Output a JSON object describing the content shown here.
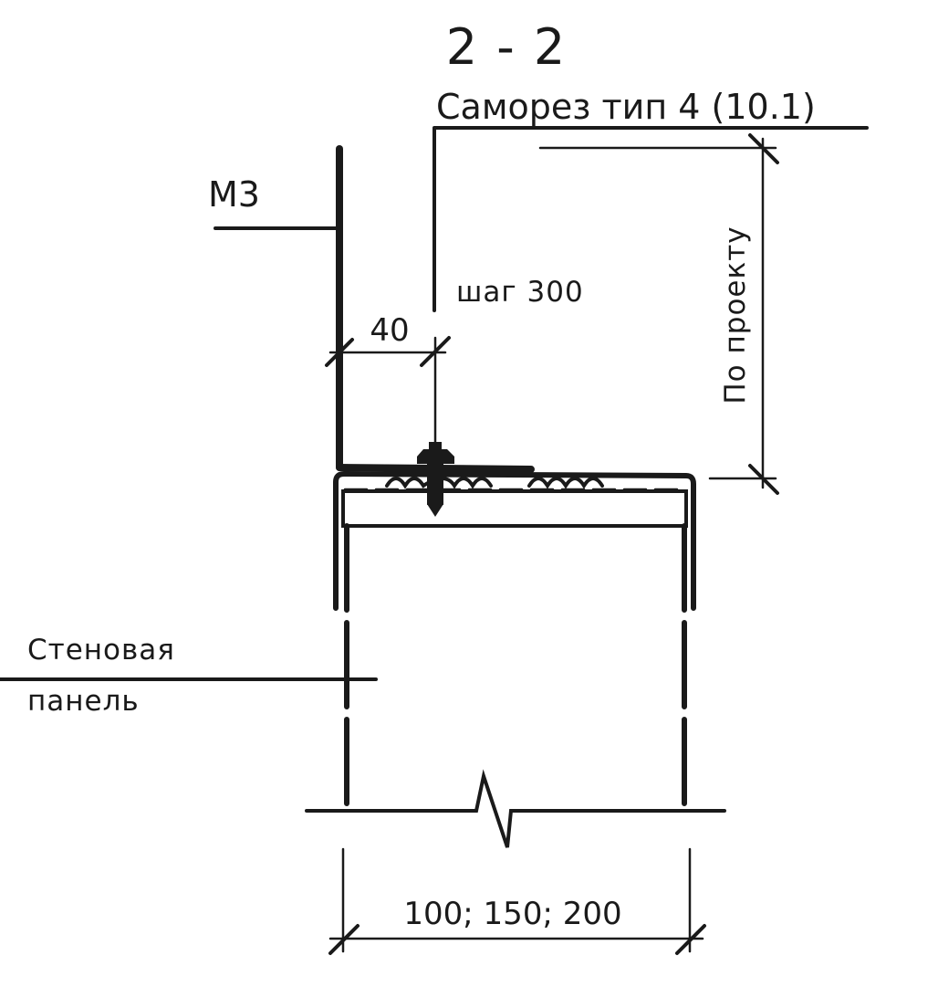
{
  "section_title": "2 - 2",
  "labels": {
    "screw": "Саморез тип 4 (10.1)",
    "pitch": "шаг 300",
    "by_project": "По проекту",
    "m3": "М3",
    "wall_panel_line1": "Стеновая",
    "wall_panel_line2": "панель"
  },
  "dimensions": {
    "flange": "40",
    "panel_thickness": "100; 150; 200"
  }
}
